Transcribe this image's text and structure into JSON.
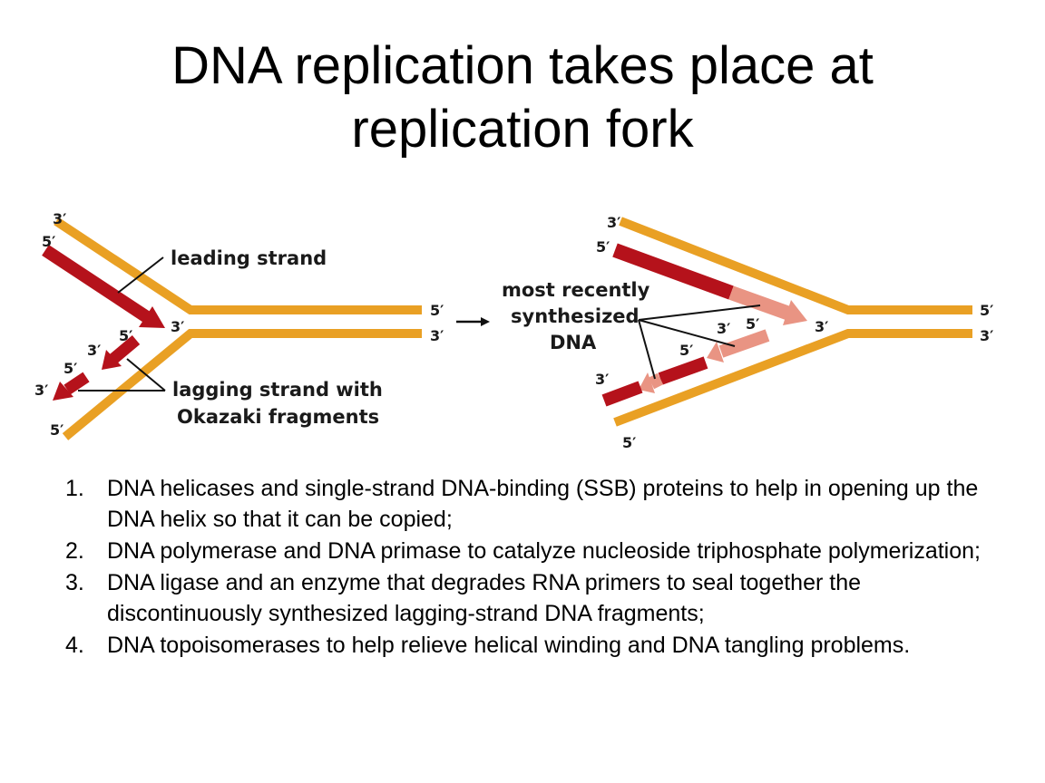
{
  "title": {
    "line1": "DNA replication takes place at",
    "line2": "replication fork"
  },
  "diagram": {
    "colors": {
      "parental_strand": "#e9a024",
      "new_strand": "#b5121b",
      "recent_dna": "#e99483",
      "pointer_line": "#111111"
    },
    "left_panel": {
      "leading_label": "leading strand",
      "lagging_label_line1": "lagging strand with",
      "lagging_label_line2": "Okazaki fragments",
      "ends": {
        "top_3": "3′",
        "top_5": "5′",
        "fork_3": "3′",
        "right_5": "5′",
        "right_3": "3′",
        "frag1_5": "5′",
        "frag2_3": "3′",
        "frag2_5": "5′",
        "frag3_3": "3′",
        "bottom_5": "5′"
      }
    },
    "right_panel": {
      "recent_label_line1": "most recently",
      "recent_label_line2": "synthesized",
      "recent_label_line3": "DNA",
      "ends": {
        "top_3": "3′",
        "top_5": "5′",
        "fork_3": "3′",
        "inner_3": "3′",
        "inner_5": "5′",
        "mid_5": "5′",
        "lower_3": "3′",
        "right_5": "5′",
        "right_3": "3′",
        "bottom_5": "5′"
      }
    }
  },
  "steps": [
    {
      "num": "1.",
      "text": "DNA helicases and single-strand DNA-binding (SSB) proteins to help in opening up the DNA helix so that it can be copied;"
    },
    {
      "num": "2.",
      "text": "DNA polymerase and DNA primase to catalyze nucleoside triphosphate polymerization;"
    },
    {
      "num": "3.",
      "text": "DNA ligase and an enzyme that degrades RNA primers to seal together the discontinuously synthesized lagging-strand DNA fragments;"
    },
    {
      "num": "4.",
      "text": "DNA topoisomerases to help relieve helical winding and DNA tangling problems."
    }
  ]
}
